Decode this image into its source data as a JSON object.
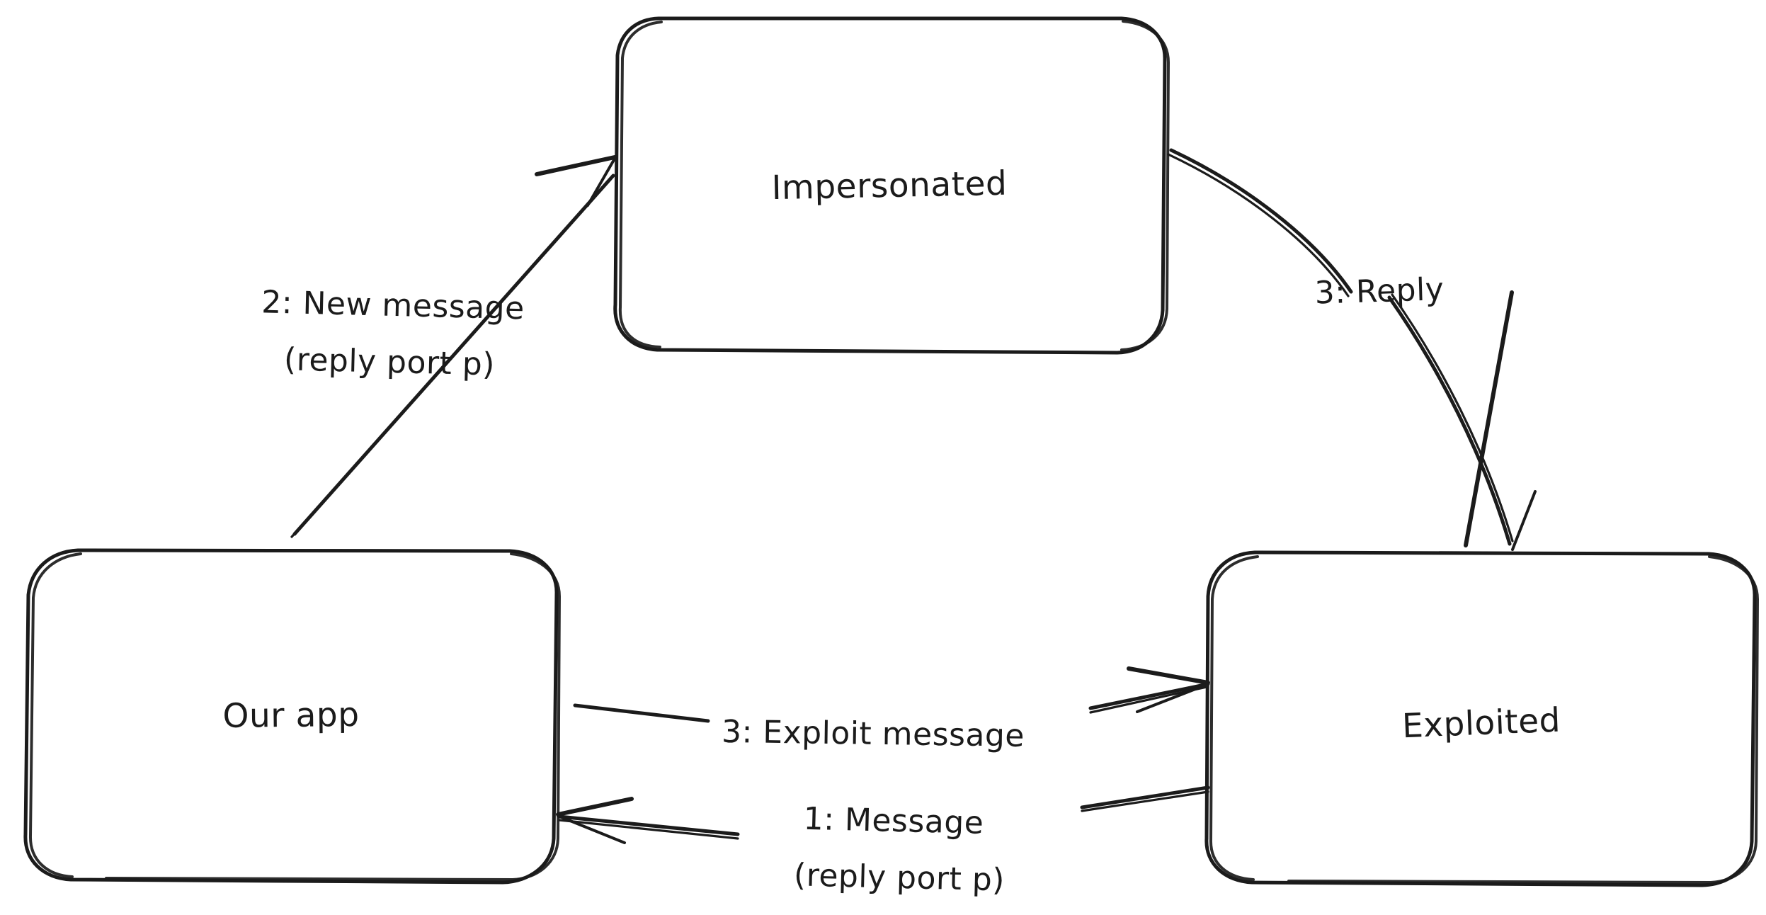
{
  "diagram": {
    "title": "Impersonation exploit message flow",
    "style": "hand-drawn",
    "background_color": "#ffffff",
    "stroke_color": "#1b1b1b",
    "nodes": [
      {
        "id": "impersonated",
        "label": "Impersonated"
      },
      {
        "id": "our_app",
        "label": "Our app"
      },
      {
        "id": "exploited",
        "label": "Exploited"
      }
    ],
    "edges": [
      {
        "id": "e2",
        "from": "our_app",
        "to": "impersonated",
        "label_line1": "2: New message",
        "label_line2": "(reply port p)",
        "sequence": "2"
      },
      {
        "id": "e3reply",
        "from": "impersonated",
        "to": "exploited",
        "label_line1": "3: Reply",
        "label_line2": "",
        "sequence": "3"
      },
      {
        "id": "e3exploit",
        "from": "our_app",
        "to": "exploited",
        "label_line1": "3: Exploit message",
        "label_line2": "",
        "sequence": "3"
      },
      {
        "id": "e1",
        "from": "exploited",
        "to": "our_app",
        "label_line1": "1: Message",
        "label_line2": "(reply port p)",
        "sequence": "1"
      }
    ]
  }
}
